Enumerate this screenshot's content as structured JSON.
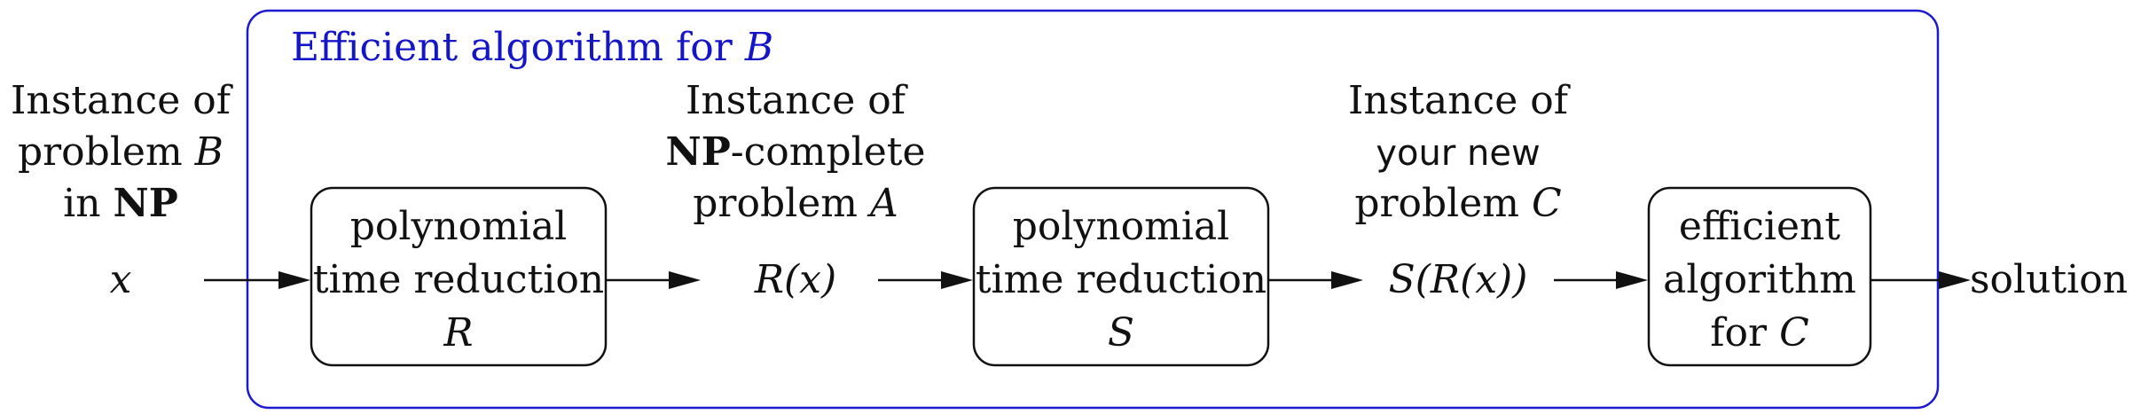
{
  "outer_box": {
    "title_main": "Efficient algorithm for ",
    "title_var": "B",
    "color": "#1a1ad0"
  },
  "input": {
    "line1": "Instance of",
    "line2_main": "problem ",
    "line2_var": "B",
    "line3_main": "in ",
    "line3_bold": "NP",
    "value": "x"
  },
  "box_r": {
    "line1": "polynomial",
    "line2": "time reduction",
    "line3": "R"
  },
  "mid_a": {
    "line1": "Instance of",
    "line2_bold": "NP",
    "line2_rest": "-complete",
    "line3_main": "problem ",
    "line3_var": "A",
    "value": "R(x)"
  },
  "box_s": {
    "line1": "polynomial",
    "line2": "time reduction",
    "line3": "S"
  },
  "mid_c": {
    "line1": "Instance of",
    "line2": "your new",
    "line3_main": "problem ",
    "line3_var": "C",
    "value": "S(R(x))"
  },
  "box_c": {
    "line1": "efficient",
    "line2": "algorithm",
    "line3_main": "for ",
    "line3_var": "C"
  },
  "output": {
    "label": "solution"
  }
}
